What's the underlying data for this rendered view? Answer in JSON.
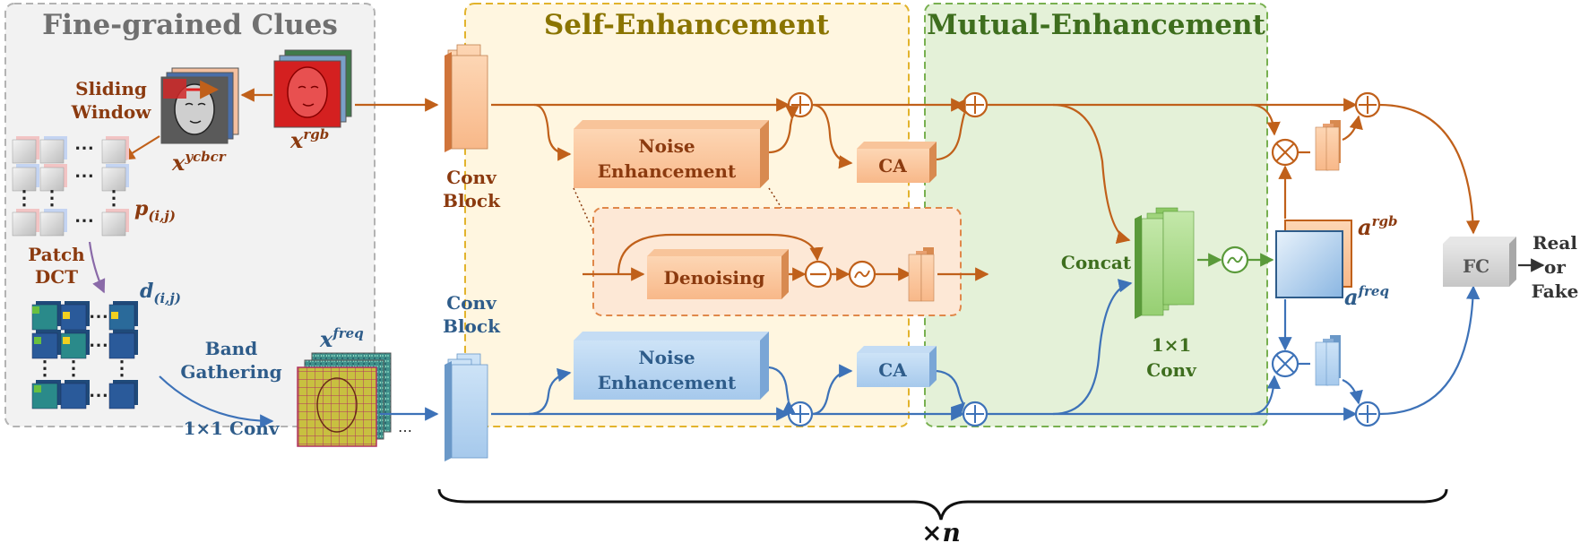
{
  "panels": {
    "fine_grained": "Fine-grained Clues",
    "self_enhancement": "Self-Enhancement",
    "mutual_enhancement": "Mutual-Enhancement"
  },
  "left": {
    "sliding_window_1": "Sliding",
    "sliding_window_2": "Window",
    "x_ycbcr_base": "x",
    "x_ycbcr_sup": "ycbcr",
    "x_rgb_base": "x",
    "x_rgb_sup": "rgb",
    "p_base": "p",
    "p_sub": "(i,j)",
    "patch_dct_1": "Patch",
    "patch_dct_2": "DCT",
    "d_base": "d",
    "d_sub": "(i,j)",
    "band_gathering_1": "Band",
    "band_gathering_2": "Gathering",
    "conv_1x1": "1×1 Conv",
    "x_freq_base": "x",
    "x_freq_sup": "freq",
    "dots": "⋯",
    "vdots": "⋮"
  },
  "conv_block_top_1": "Conv",
  "conv_block_top_2": "Block",
  "conv_block_bottom_1": "Conv",
  "conv_block_bottom_2": "Block",
  "self": {
    "noise_enh_top_1": "Noise",
    "noise_enh_top_2": "Enhancement",
    "ca_top": "CA",
    "denoising": "Denoising",
    "noise_enh_bottom_1": "Noise",
    "noise_enh_bottom_2": "Enhancement",
    "ca_bottom": "CA"
  },
  "mutual": {
    "concat": "Concat",
    "conv_1": "1×1",
    "conv_2": "Conv",
    "a_rgb_base": "a",
    "a_rgb_sup": "rgb",
    "a_freq_base": "a",
    "a_freq_sup": "freq"
  },
  "fc": "FC",
  "output": {
    "line1": "Real",
    "line2": "or",
    "line3": "Fake"
  },
  "repeat": {
    "times": "×",
    "n": "n"
  },
  "colors": {
    "brown": "#c0601a",
    "blue": "#3d72b8",
    "green": "#5a9a3a",
    "orange_fill": "#fbc9a0",
    "blue_fill": "#b6d5f2",
    "green_fill": "#a8d88a"
  }
}
